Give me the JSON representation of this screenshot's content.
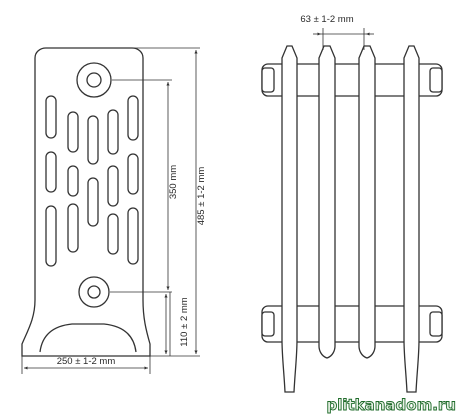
{
  "dimensions": {
    "overall_width": "250 ± 1-2 mm",
    "axis_distance": "350 mm",
    "overall_height": "485 ± 1-2 mm",
    "base_height": "110 ± 2 mm",
    "section_pitch": "63 ± 1-2 mm"
  },
  "watermark": "plitkanadom.ru",
  "colors": {
    "line": "#333333",
    "watermark": "#e6f0e4",
    "watermark_stroke": "#1f6b2a"
  }
}
